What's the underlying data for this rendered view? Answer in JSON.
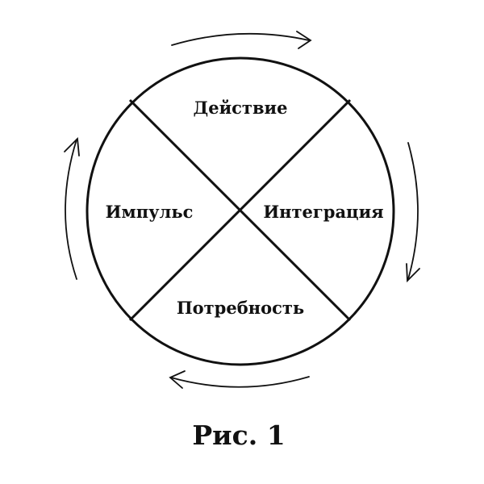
{
  "diagram": {
    "type": "cycle",
    "quadrants": {
      "top": "Действие",
      "right": "Интеграция",
      "bottom": "Потребность",
      "left": "Импульс"
    },
    "arrow_direction": "clockwise",
    "arrow_icon": "curved-arrow-icon",
    "line_color": "#111111"
  },
  "caption": "Рис. 1"
}
